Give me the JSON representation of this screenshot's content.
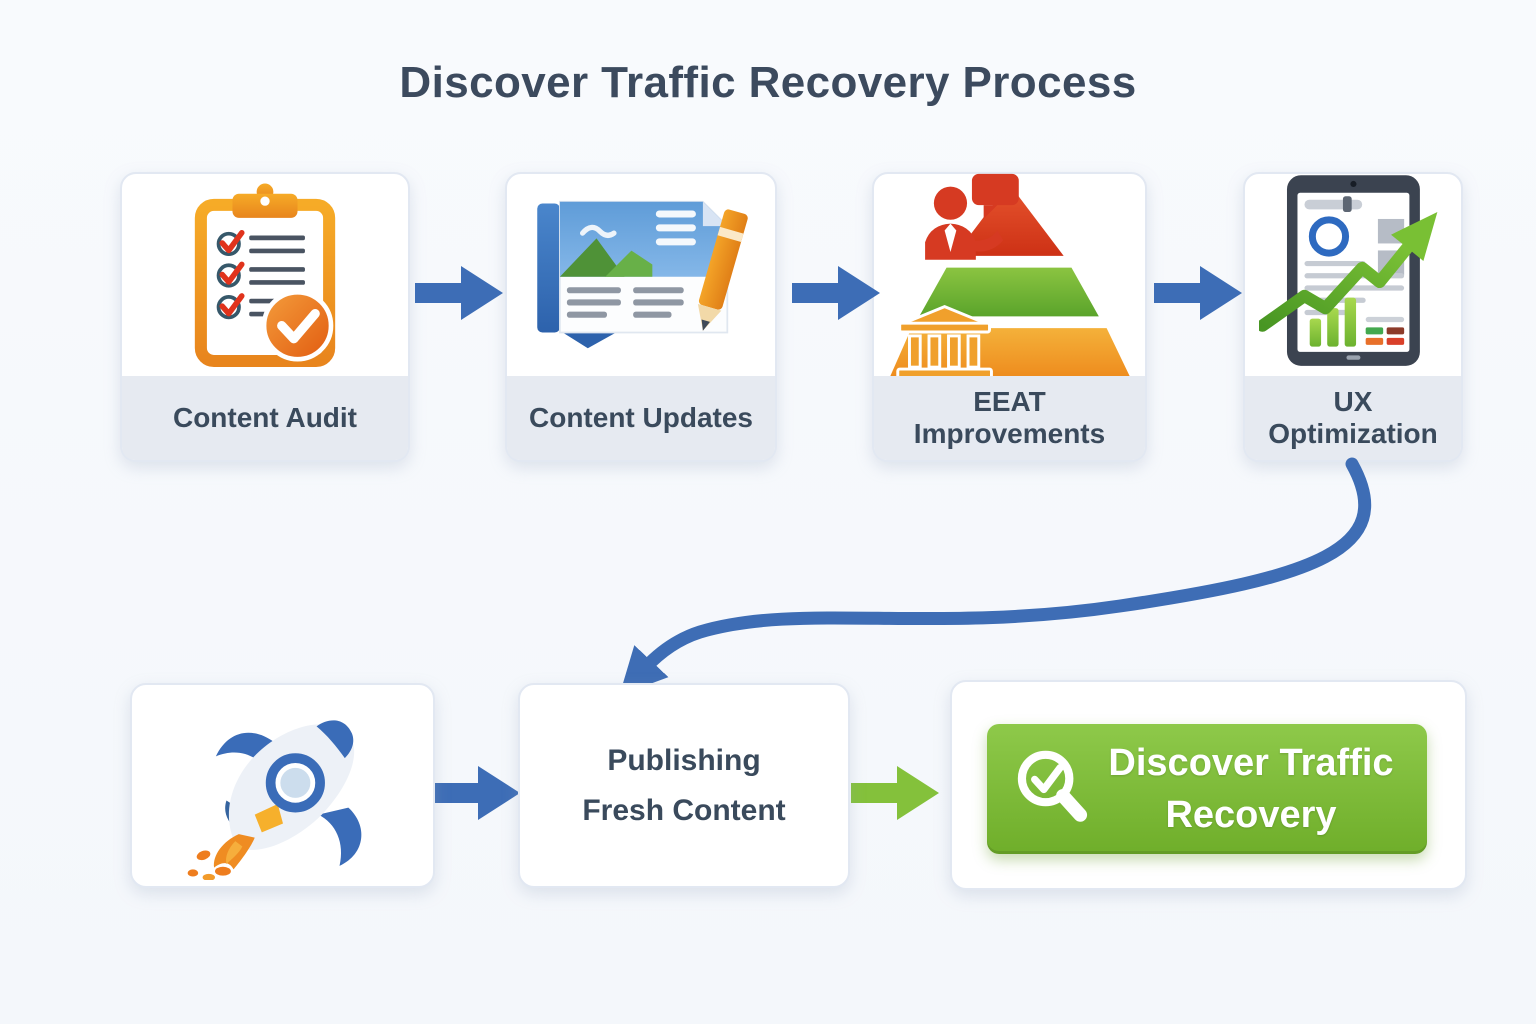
{
  "title": "Discover Traffic Recovery Process",
  "flow": {
    "row1": [
      {
        "name": "content-audit",
        "icon": "clipboard-checklist-icon",
        "lines": [
          "Content Audit",
          ""
        ]
      },
      {
        "name": "content-updates",
        "icon": "document-edit-icon",
        "lines": [
          "Content Updates",
          ""
        ]
      },
      {
        "name": "eeat-improvements",
        "icon": "authority-pyramid-icon",
        "lines": [
          "EEAT",
          "Improvements"
        ]
      },
      {
        "name": "ux-optimization",
        "icon": "tablet-growth-chart-icon",
        "lines": [
          "UX",
          "Optimization"
        ]
      }
    ],
    "row2": {
      "launch": {
        "name": "launch-step",
        "icon": "rocket-icon"
      },
      "publishing": {
        "name": "publishing-fresh-content",
        "lines": [
          "Publishing",
          "Fresh Content"
        ]
      },
      "result": {
        "name": "discover-traffic-recovery",
        "button": {
          "icon": "magnifier-check-icon",
          "lines": [
            "Discover Traffic",
            "Recovery"
          ]
        }
      }
    }
  },
  "connectors": {
    "blue_arrows": 4,
    "green_arrows": 1,
    "curved_arrow": "ux-optimization-to-publishing-fresh-content"
  },
  "colors": {
    "background": "#f7f9fc",
    "title_text": "#3c4a5e",
    "card_label_band": "#e6eaf1",
    "card_label_text": "#3a4a5c",
    "arrow_blue": "#3d6db6",
    "arrow_green": "#84c13b",
    "button_green_top": "#8ec94a",
    "button_green_bottom": "#6fae2a",
    "button_text": "#ffffff",
    "clipboard_orange": "#f0a128",
    "check_red": "#e0331c",
    "pyramid_red": "#d84327",
    "pyramid_green": "#72b834",
    "pyramid_orange": "#f0a02c",
    "rocket_blue": "#3a6cb8",
    "flame_orange": "#ee7d1e"
  }
}
